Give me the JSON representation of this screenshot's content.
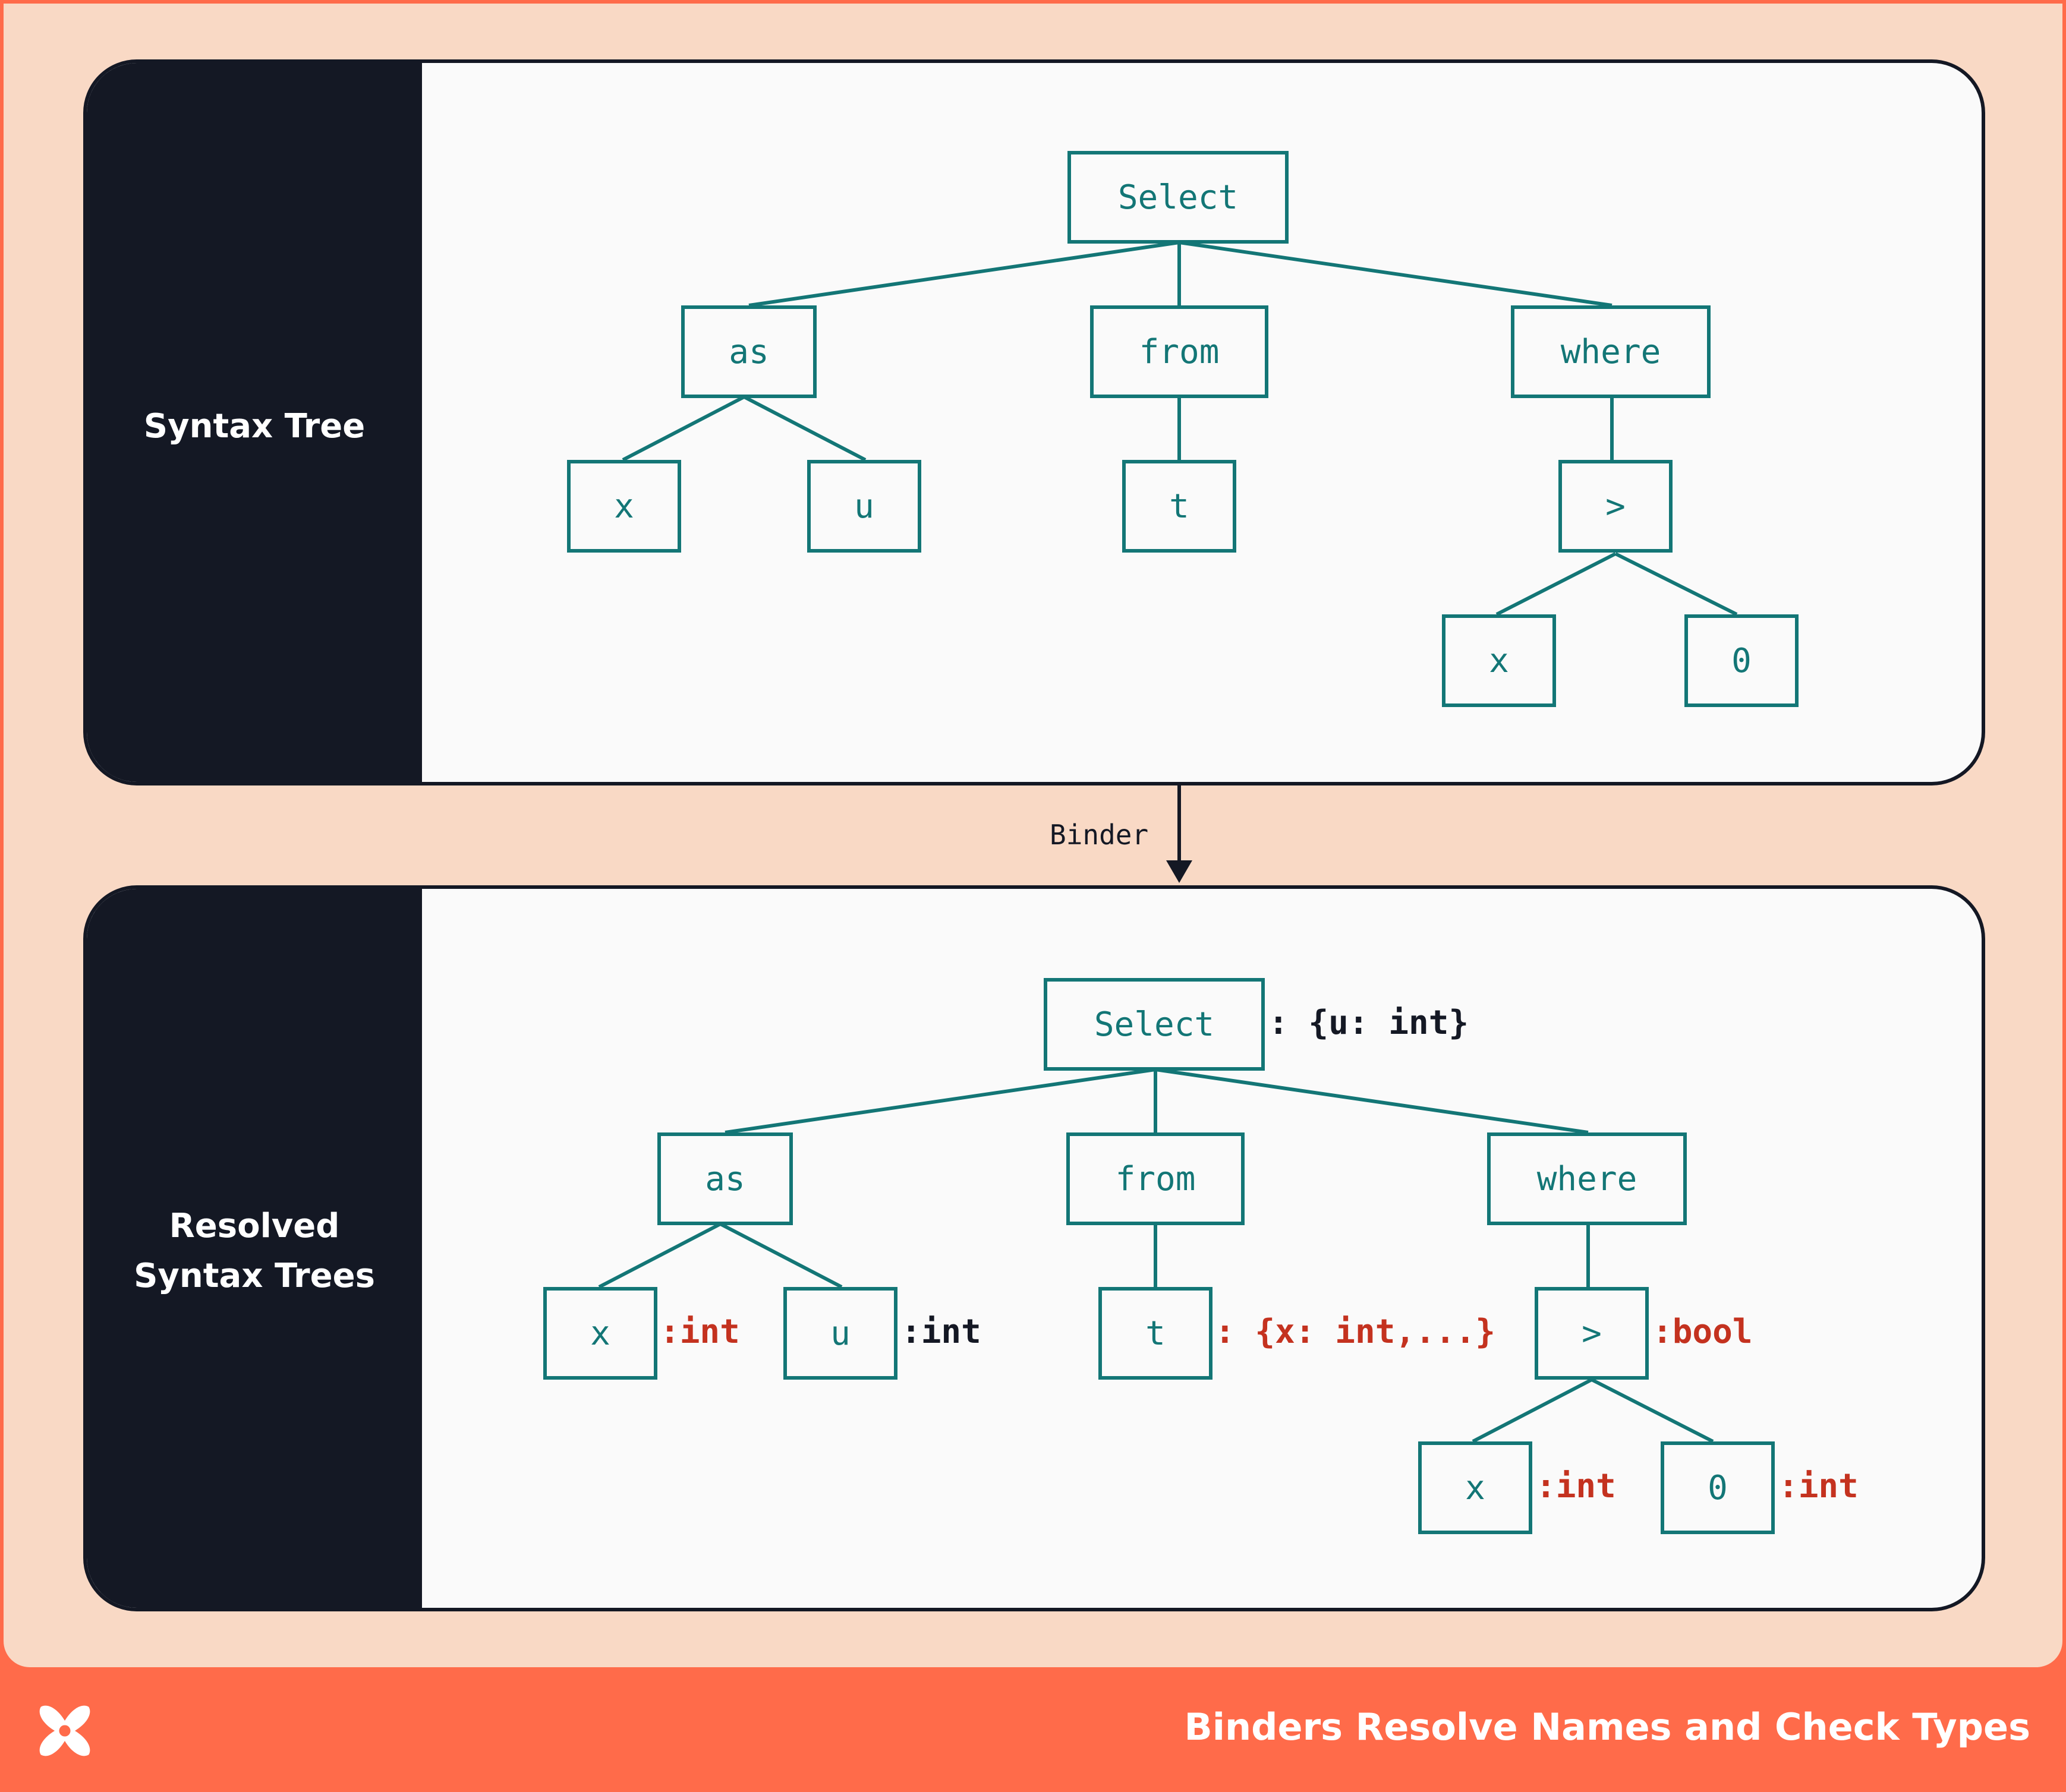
{
  "top_panel": {
    "label": "Syntax Tree",
    "nodes": {
      "select": "Select",
      "as": "as",
      "from": "from",
      "where": "where",
      "x": "x",
      "u": "u",
      "t": "t",
      "gt": ">",
      "x2": "x",
      "zero": "0"
    }
  },
  "binder": {
    "label": "Binder"
  },
  "bottom_panel": {
    "label": "Resolved\nSyntax Trees",
    "nodes": {
      "select": "Select",
      "as": "as",
      "from": "from",
      "where": "where",
      "x": "x",
      "u": "u",
      "t": "t",
      "gt": ">",
      "x2": "x",
      "zero": "0"
    },
    "types": {
      "select": ": {u: int}",
      "x": ":int",
      "u": ":int",
      "t": ": {x: int,...}",
      "gt": ":bool",
      "x2": ":int",
      "zero": ":int"
    }
  },
  "footer": {
    "title": "Binders Resolve Names and Check Types",
    "logo_icon": "x-logo-icon"
  },
  "colors": {
    "accent": "#FF6B4A",
    "node": "#137676",
    "type_error": "#C4321F",
    "dark": "#141824",
    "background": "#F9D9C5"
  }
}
